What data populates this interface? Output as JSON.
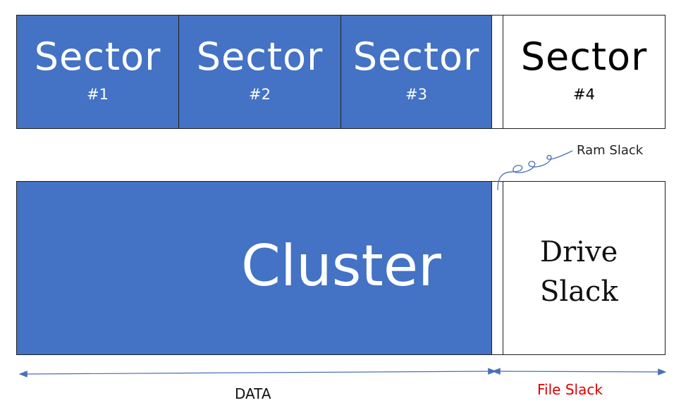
{
  "sectors": [
    {
      "word": "Sector",
      "number": "#1"
    },
    {
      "word": "Sector",
      "number": "#2"
    },
    {
      "word": "Sector",
      "number": "#3"
    },
    {
      "word": "Sector",
      "number": "#4"
    }
  ],
  "cluster": {
    "label": "Cluster"
  },
  "drive_slack": {
    "line1": "Drive",
    "line2": "Slack"
  },
  "ram_slack": {
    "label": "Ram Slack"
  },
  "bottom": {
    "data_label": "DATA",
    "file_slack_label": "File Slack"
  },
  "colors": {
    "fill": "#4472c4",
    "file_slack": "#e00000",
    "arrow": "#4a6fb5"
  }
}
